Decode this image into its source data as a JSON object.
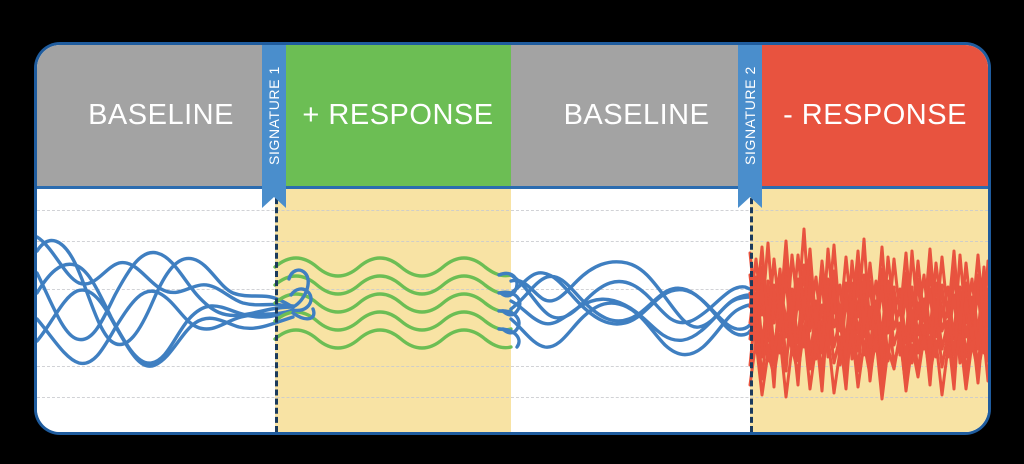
{
  "card": {
    "border_color": "#1F5C9E",
    "background": "#FFFFFF"
  },
  "header": {
    "segments": [
      {
        "id": "baseline-1",
        "label": "BASELINE",
        "color": "#A3A3A3"
      },
      {
        "id": "plus-response",
        "label": "+ RESPONSE",
        "color": "#6CBE54"
      },
      {
        "id": "baseline-2",
        "label": "BASELINE",
        "color": "#A3A3A3"
      },
      {
        "id": "minus-response",
        "label": "- RESPONSE",
        "color": "#E8533F"
      }
    ],
    "divider_color": "#2B6CB0"
  },
  "signatures": [
    {
      "id": "signature-1",
      "label": "SIGNATURE 1",
      "color": "#4A8ECC"
    },
    {
      "id": "signature-2",
      "label": "SIGNATURE 2",
      "color": "#4A8ECC"
    }
  ],
  "plot": {
    "background": "#FFFFFF",
    "highlight_color": "#F8E3A4",
    "gridline_color": "#C9CBCF",
    "marker_line_color": "#1B3A5C",
    "traces": {
      "baseline_color": "#3F7FC1",
      "positive_response_color": "#6CBE54",
      "negative_response_color": "#E8533F"
    }
  },
  "chart_data": {
    "type": "line",
    "title": "",
    "xlabel": "",
    "ylabel": "",
    "grid": true,
    "legend": "none",
    "annotations": [
      "SIGNATURE 1",
      "SIGNATURE 2"
    ],
    "phases": [
      {
        "name": "BASELINE",
        "trace_color": "#3F7FC1",
        "n_traces": 6,
        "character": "irregular low-frequency drift"
      },
      {
        "name": "+ RESPONSE",
        "trace_color": "#6CBE54",
        "n_traces": 5,
        "character": "regular smooth sine, synchronized"
      },
      {
        "name": "BASELINE",
        "trace_color": "#3F7FC1",
        "n_traces": 6,
        "character": "irregular low-frequency drift"
      },
      {
        "name": "- RESPONSE",
        "trace_color": "#E8533F",
        "n_traces": 8,
        "character": "high-frequency chaotic, large amplitude"
      }
    ]
  }
}
